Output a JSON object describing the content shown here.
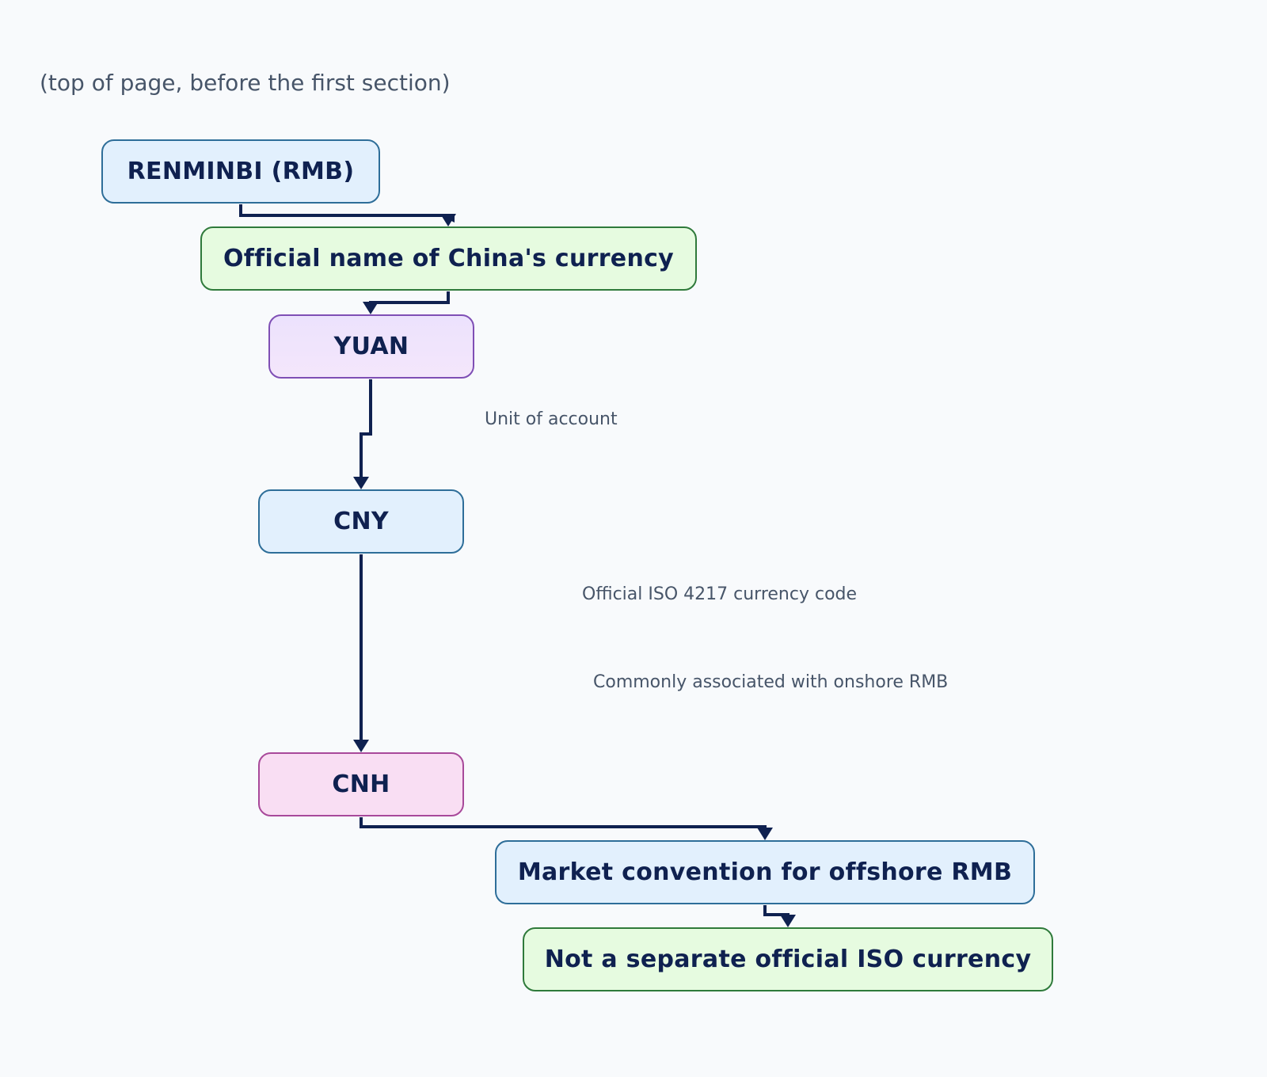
{
  "top_note": "(top of page, before the first section)",
  "nodes": {
    "rmb": "RENMINBI (RMB)",
    "official_name": "Official name of China's currency",
    "yuan": "YUAN",
    "cny": "CNY",
    "cnh": "CNH",
    "market_convention": "Market convention for offshore RMB",
    "not_iso": "Not a separate official ISO currency"
  },
  "edge_labels": {
    "yuan_to_cny": "Unit of account",
    "cny_iso": "Official ISO 4217 currency code",
    "cny_onshore": "Commonly associated with onshore RMB"
  },
  "colors": {
    "edge": "#0f2150",
    "text": "#0f2150",
    "note_text": "#475569",
    "background": "#f8fafc"
  }
}
